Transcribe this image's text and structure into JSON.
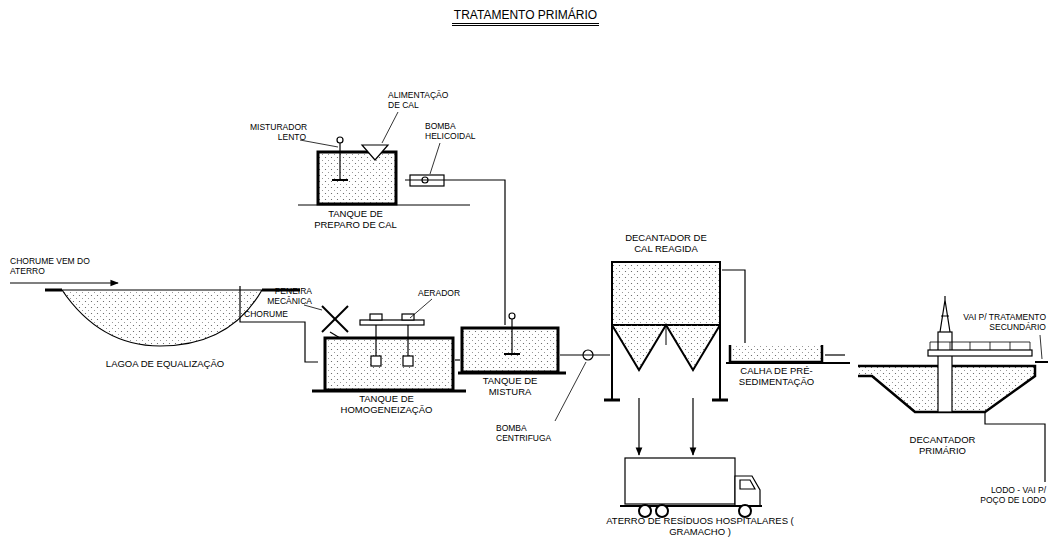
{
  "diagram": {
    "title": "TRATAMENTO PRIMÁRIO",
    "nodes": [
      {
        "text": [
          "LAGOA DE EQUALIZAÇÃO"
        ]
      },
      {
        "text": [
          "TANQUE DE HOMOGENEIZAÇÃO"
        ]
      },
      {
        "text": [
          "TANQUE DE PREPARO DE CAL"
        ]
      },
      {
        "text": [
          "TANQUE DE MISTURA"
        ]
      },
      {
        "text": [
          "DECANTADOR DE CAL REAGIDA"
        ]
      },
      {
        "text": [
          "CALHA DE PRÉ- SEDIMENTAÇÃO"
        ]
      },
      {
        "text": [
          "DECANTADOR PRIMÁRIO"
        ]
      },
      {
        "text": [
          "ATERRO DE RESÍDUOS HOSPITALARES ( GRAMACHO )"
        ]
      }
    ],
    "edges": [
      {
        "from": 0,
        "to": 1,
        "arrow": "none"
      },
      {
        "from": 2,
        "to": 3,
        "arrow": "none"
      },
      {
        "from": 1,
        "to": 3,
        "arrow": "none"
      },
      {
        "from": 3,
        "to": 4,
        "arrow": "none"
      },
      {
        "from": 4,
        "to": 5,
        "arrow": "none"
      },
      {
        "from": 5,
        "to": 6,
        "arrow": "none"
      },
      {
        "from": 4,
        "to": 7,
        "arrow": "to"
      },
      {
        "from": 4,
        "to": 7,
        "arrow": "to"
      }
    ],
    "labels": [
      "CHORUME VEM DO ATERRO",
      "CHORUME",
      "PENEIRA MECÂNICA",
      "AERADOR",
      "MISTURADOR LENTO",
      "ALIMENTAÇÃO DE CAL",
      "BOMBA HELICOIDAL",
      "BOMBA CENTRIFUGA",
      "VAI P/ TRATAMENTO SECUNDÁRIO",
      "LODO - VAI P/ POÇO DE LODO"
    ]
  }
}
